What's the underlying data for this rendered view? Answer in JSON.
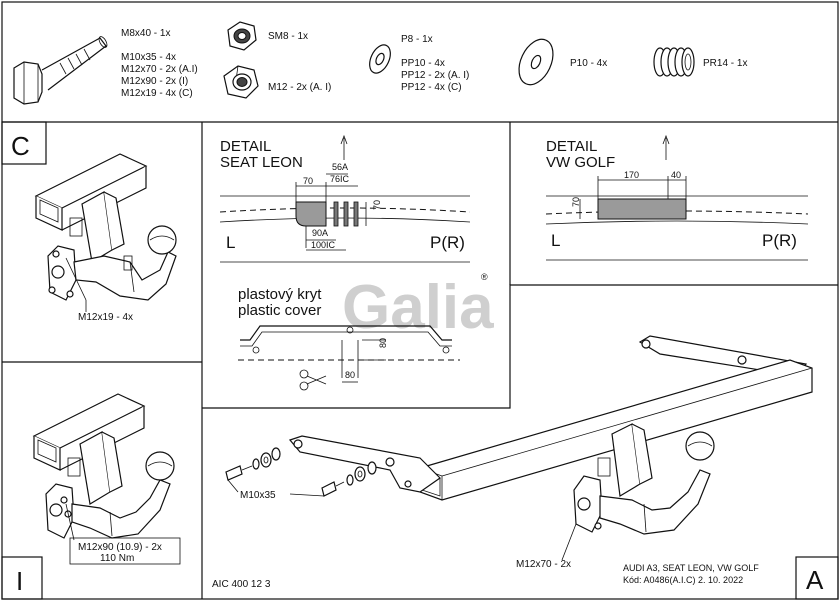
{
  "parts": {
    "bolt_lines": [
      "M8x40 - 1x",
      "M10x35 - 4x",
      "M12x70 - 2x (A.I)",
      "M12x90 - 2x (I)",
      "M12x19 - 4x (C)"
    ],
    "sm8": "SM8 - 1x",
    "m12_nut": "M12 - 2x (A. I)",
    "p8_lines": [
      "P8 - 1x",
      "PP10 - 4x",
      "PP12 - 2x (A. I)",
      "PP12 - 4x (C)"
    ],
    "p10": "P10 - 4x",
    "pr14": "PR14 - 1x"
  },
  "panel_c": {
    "letter": "C",
    "bolt_label": "M12x19 - 4x"
  },
  "panel_i": {
    "letter": "I",
    "bolt_label_1": "M12x90 (10.9) - 2x",
    "bolt_label_2": "110 Nm"
  },
  "detail_seat": {
    "title_1": "DETAIL",
    "title_2": "SEAT LEON",
    "dim_70_top": "70",
    "dim_56a": "56A",
    "dim_76ic": "76IC",
    "dim_70_side": "70",
    "dim_90a": "90A",
    "dim_100ic": "100IC",
    "left": "L",
    "right": "P(R)"
  },
  "detail_vw": {
    "title_1": "DETAIL",
    "title_2": "VW GOLF",
    "dim_170": "170",
    "dim_40": "40",
    "dim_70": "70",
    "left": "L",
    "right": "P(R)"
  },
  "cover": {
    "line_1": "plastový kryt",
    "line_2": "plastic cover",
    "dim_80_v": "80",
    "dim_80_h": "80"
  },
  "logo": {
    "text": "Galia",
    "reg": "®"
  },
  "main": {
    "bolt_m10": "M10x35",
    "bolt_m12": "M12x70 - 2x"
  },
  "footer": {
    "code": "AIC 400 12 3",
    "model": "AUDI A3, SEAT LEON, VW GOLF",
    "kod": "Kód: A0486(A.I.C)  2. 10. 2022",
    "corner": "A"
  }
}
